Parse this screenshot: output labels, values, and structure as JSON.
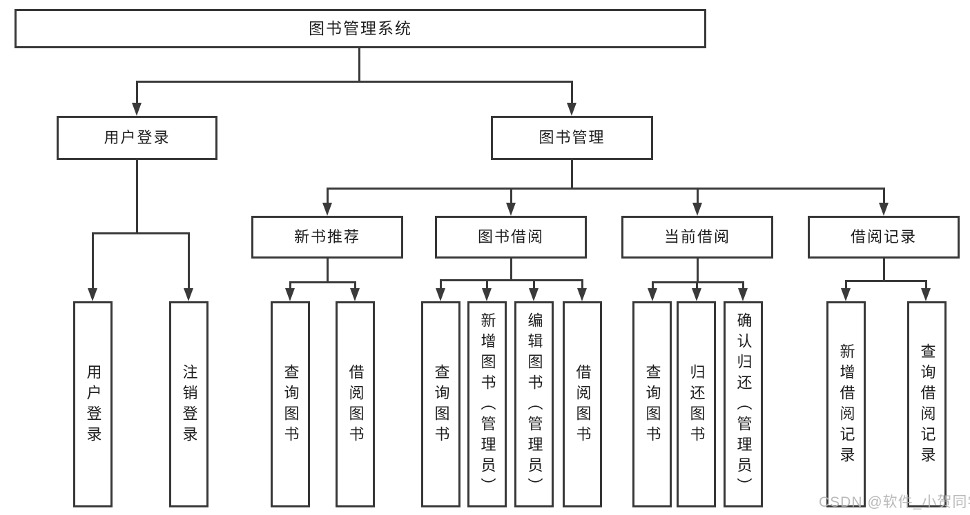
{
  "colors": {
    "line": "#3a3a3a",
    "box_border": "#383838",
    "text": "#1d1d1d",
    "watermark": "#b3b3b3",
    "background": "#ffffff"
  },
  "diagram": {
    "root": {
      "label": "图书管理系统"
    },
    "level2": {
      "user_login": {
        "label": "用户登录"
      },
      "book_mgmt": {
        "label": "图书管理"
      }
    },
    "level3": {
      "new_book_rec": {
        "label": "新书推荐"
      },
      "book_borrow": {
        "label": "图书借阅"
      },
      "current_borrow": {
        "label": "当前借阅"
      },
      "borrow_records": {
        "label": "借阅记录"
      }
    },
    "leaves": {
      "user_login": [
        "用户登录",
        "注销登录"
      ],
      "new_book_rec": [
        "查询图书",
        "借阅图书"
      ],
      "book_borrow": [
        "查询图书",
        "新增图书（管理员）",
        "编辑图书（管理员）",
        "借阅图书"
      ],
      "current_borrow": [
        "查询图书",
        "归还图书",
        "确认归还（管理员）"
      ],
      "borrow_records": [
        "新增借阅记录",
        "查询借阅记录"
      ]
    }
  },
  "watermark": {
    "text": "CSDN @软件_小贺同学"
  }
}
